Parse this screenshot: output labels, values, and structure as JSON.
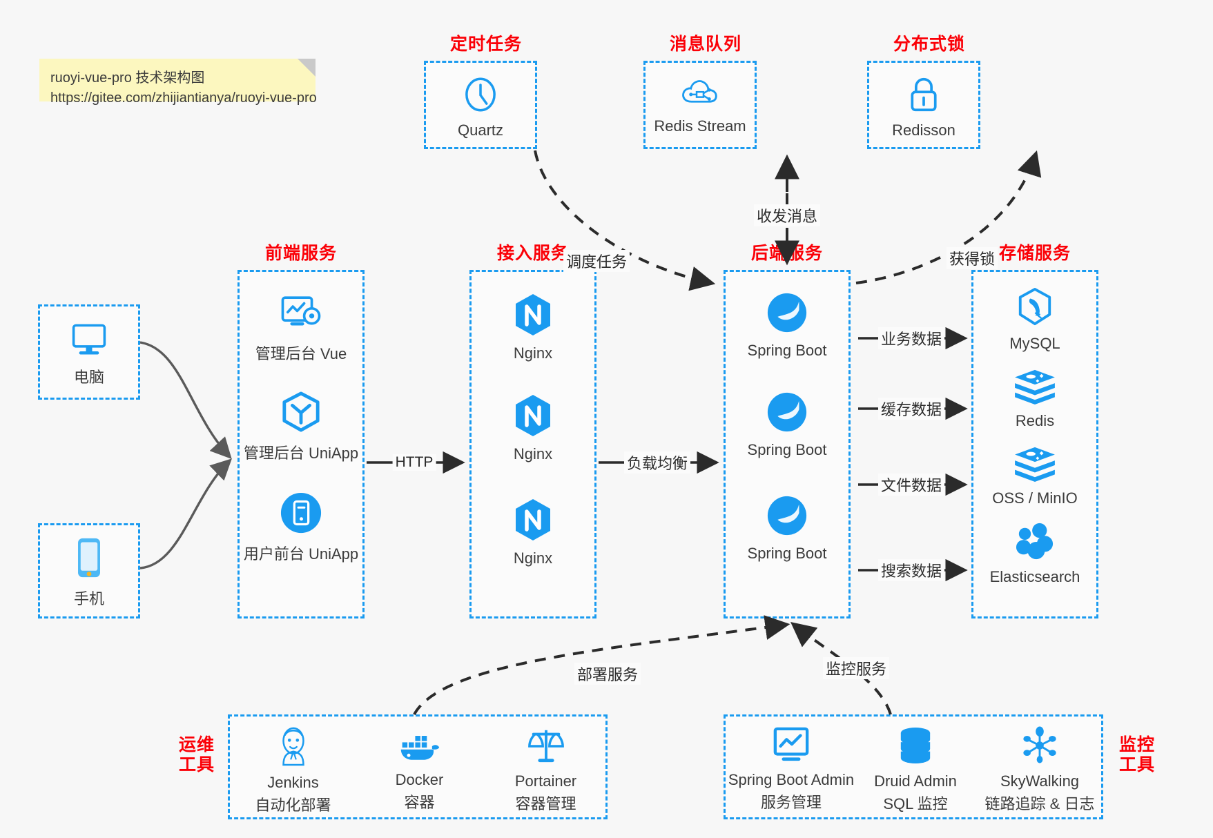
{
  "note": {
    "line1": "ruoyi-vue-pro 技术架构图",
    "line2": "https://gitee.com/zhijiantianya/ruoyi-vue-pro"
  },
  "colors": {
    "accent_blue": "#1a9bf0",
    "group_title_red": "#fb0007",
    "note_yellow": "#fcf7bf",
    "canvas": "#f7f7f7",
    "arrow_dark": "#2b2b2b",
    "arrow_gray": "#5a5a5a"
  },
  "groups": {
    "scheduler": {
      "title": "定时任务",
      "items": [
        {
          "label": "Quartz",
          "icon": "clock-icon"
        }
      ]
    },
    "mq": {
      "title": "消息队列",
      "items": [
        {
          "label": "Redis Stream",
          "icon": "cloud-stream-icon"
        }
      ]
    },
    "lock": {
      "title": "分布式锁",
      "items": [
        {
          "label": "Redisson",
          "icon": "lock-icon"
        }
      ]
    },
    "clients": {
      "items": [
        {
          "label": "电脑",
          "icon": "desktop-icon"
        },
        {
          "label": "手机",
          "icon": "phone-icon"
        }
      ]
    },
    "frontend": {
      "title": "前端服务",
      "items": [
        {
          "label": "管理后台 Vue",
          "icon": "dashboard-gear-icon"
        },
        {
          "label": "管理后台 UniApp",
          "icon": "cube-icon"
        },
        {
          "label": "用户前台 UniApp",
          "icon": "mobile-circle-icon"
        }
      ]
    },
    "gateway": {
      "title": "接入服务",
      "items": [
        {
          "label": "Nginx",
          "icon": "nginx-icon"
        },
        {
          "label": "Nginx",
          "icon": "nginx-icon"
        },
        {
          "label": "Nginx",
          "icon": "nginx-icon"
        }
      ]
    },
    "backend": {
      "title": "后端服务",
      "items": [
        {
          "label": "Spring Boot",
          "icon": "spring-boot-icon"
        },
        {
          "label": "Spring Boot",
          "icon": "spring-boot-icon"
        },
        {
          "label": "Spring Boot",
          "icon": "spring-boot-icon"
        }
      ]
    },
    "storage": {
      "title": "存储服务",
      "items": [
        {
          "label": "MySQL",
          "icon": "mysql-icon"
        },
        {
          "label": "Redis",
          "icon": "redis-icon"
        },
        {
          "label": "OSS / MinIO",
          "icon": "redis-icon"
        },
        {
          "label": "Elasticsearch",
          "icon": "elasticsearch-icon"
        }
      ]
    },
    "devops": {
      "title": "运维\n工具",
      "title_l1": "运维",
      "title_l2": "工具",
      "items": [
        {
          "label": "Jenkins",
          "sub": "自动化部署",
          "icon": "jenkins-icon"
        },
        {
          "label": "Docker",
          "sub": "容器",
          "icon": "docker-icon"
        },
        {
          "label": "Portainer",
          "sub": "容器管理",
          "icon": "scales-icon"
        }
      ]
    },
    "monitoring": {
      "title_l1": "监控",
      "title_l2": "工具",
      "items": [
        {
          "label": "Spring Boot Admin",
          "sub": "服务管理",
          "icon": "monitor-chart-icon"
        },
        {
          "label": "Druid Admin",
          "sub": "SQL 监控",
          "icon": "database-icon"
        },
        {
          "label": "SkyWalking",
          "sub": "链路追踪 & 日志",
          "icon": "skywalking-icon"
        }
      ]
    }
  },
  "edges": {
    "http": "HTTP",
    "load_balance": "负载均衡",
    "schedule_task": "调度任务",
    "send_receive_msg": "收发消息",
    "acquire_lock": "获得锁",
    "business_data": "业务数据",
    "cache_data": "缓存数据",
    "file_data": "文件数据",
    "search_data": "搜索数据",
    "deploy_service": "部署服务",
    "monitor_service": "监控服务"
  }
}
